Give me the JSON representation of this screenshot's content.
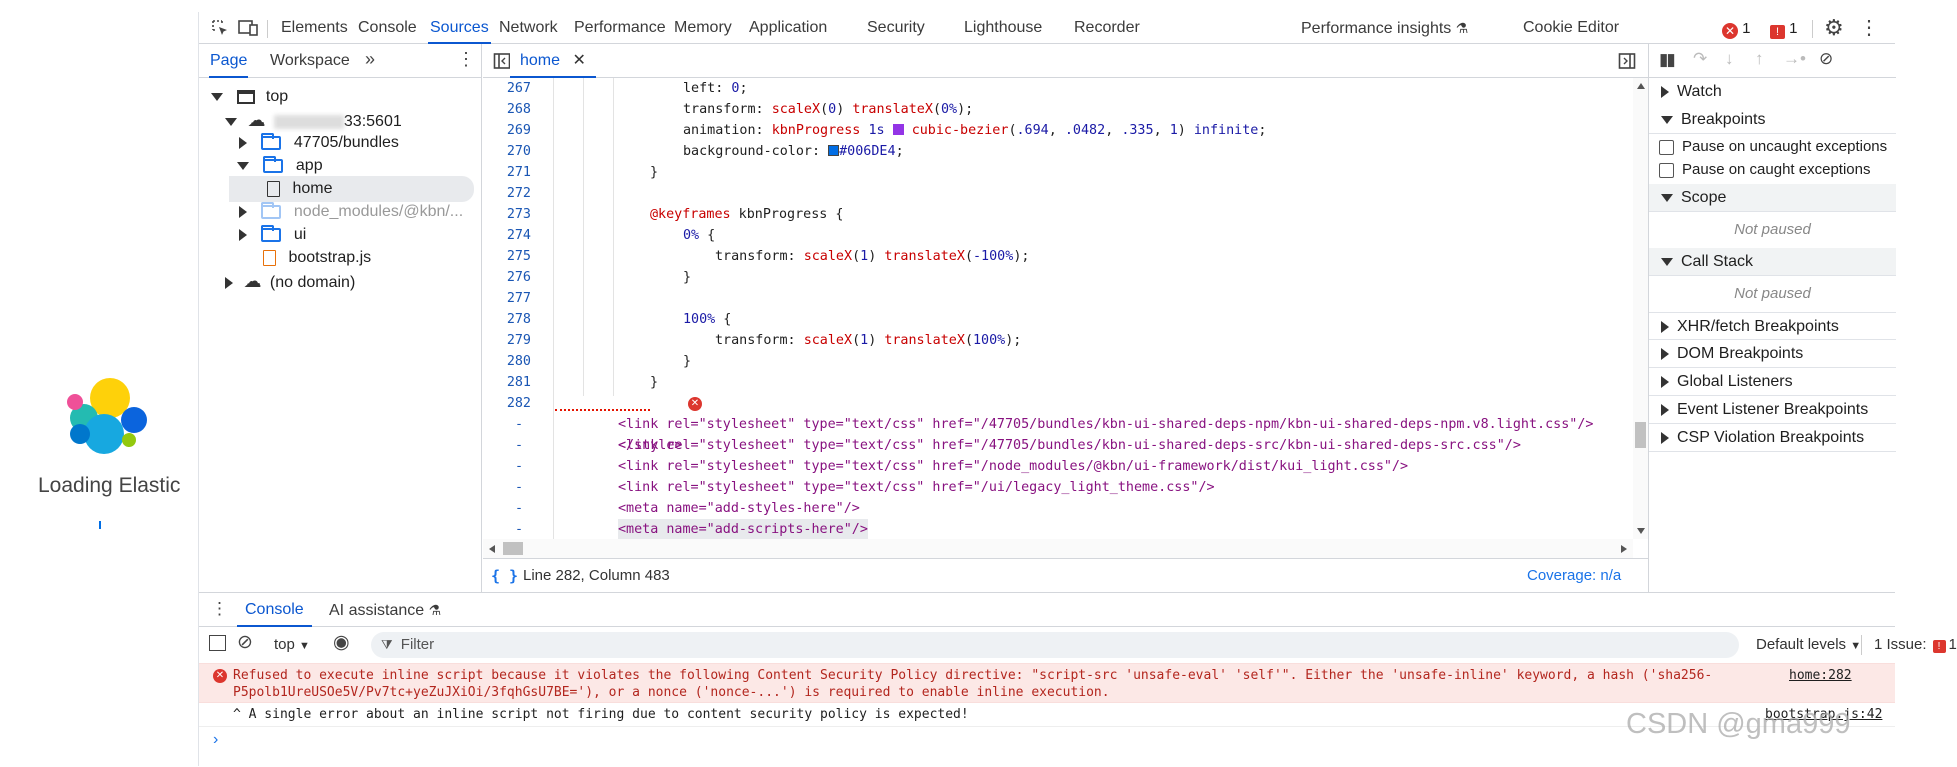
{
  "page": {
    "loading_text": "Loading Elastic"
  },
  "top_tabs": [
    "Elements",
    "Console",
    "Sources",
    "Network",
    "Performance",
    "Memory",
    "Application",
    "Security",
    "Lighthouse",
    "Recorder",
    "Performance insights",
    "Cookie Editor"
  ],
  "active_tab": "Sources",
  "top_counts": {
    "errors": "1",
    "issues": "1"
  },
  "navigator": {
    "tabs": [
      "Page",
      "Workspace"
    ],
    "tree": [
      {
        "label": "top"
      },
      {
        "label": "33:5601"
      },
      {
        "label": "47705/bundles"
      },
      {
        "label": "app"
      },
      {
        "label": "home"
      },
      {
        "label": "node_modules/@kbn/..."
      },
      {
        "label": "ui"
      },
      {
        "label": "bootstrap.js"
      },
      {
        "label": "(no domain)"
      }
    ]
  },
  "editor": {
    "file_tab": "home",
    "lines": [
      {
        "n": "267",
        "text": "left: 0;"
      },
      {
        "n": "268",
        "text": "transform: scaleX(0) translateX(0%);"
      },
      {
        "n": "269",
        "text": "animation: kbnProgress 1s cubic-bezier(.694, .0482, .335, 1) infinite;"
      },
      {
        "n": "270",
        "text": "background-color: #006DE4;"
      },
      {
        "n": "271",
        "text": "}"
      },
      {
        "n": "272",
        "text": ""
      },
      {
        "n": "273",
        "text": "@keyframes kbnProgress {"
      },
      {
        "n": "274",
        "text": "0% {"
      },
      {
        "n": "275",
        "text": "transform: scaleX(1) translateX(-100%);"
      },
      {
        "n": "276",
        "text": "}"
      },
      {
        "n": "277",
        "text": ""
      },
      {
        "n": "278",
        "text": "100% {"
      },
      {
        "n": "279",
        "text": "transform: scaleX(1) translateX(100%);"
      },
      {
        "n": "280",
        "text": "}"
      },
      {
        "n": "281",
        "text": "}"
      },
      {
        "n": "282",
        "text": "</style>"
      },
      {
        "n": "-",
        "text": "<link rel=\"stylesheet\" type=\"text/css\" href=\"/47705/bundles/kbn-ui-shared-deps-npm/kbn-ui-shared-deps-npm.v8.light.css\"/>"
      },
      {
        "n": "-",
        "text": "<link rel=\"stylesheet\" type=\"text/css\" href=\"/47705/bundles/kbn-ui-shared-deps-src/kbn-ui-shared-deps-src.css\"/>"
      },
      {
        "n": "-",
        "text": "<link rel=\"stylesheet\" type=\"text/css\" href=\"/node_modules/@kbn/ui-framework/dist/kui_light.css\"/>"
      },
      {
        "n": "-",
        "text": "<link rel=\"stylesheet\" type=\"text/css\" href=\"/ui/legacy_light_theme.css\"/>"
      },
      {
        "n": "-",
        "text": "<meta name=\"add-styles-here\"/>"
      },
      {
        "n": "-",
        "text": "<meta name=\"add-scripts-here\"/>"
      }
    ],
    "status": "Line 282, Column 483",
    "coverage": "Coverage: n/a",
    "swatch_color": "#006DE4"
  },
  "debugger": {
    "watch": "Watch",
    "breakpoints": "Breakpoints",
    "pause_uncaught": "Pause on uncaught exceptions",
    "pause_caught": "Pause on caught exceptions",
    "scope": "Scope",
    "not_paused": "Not paused",
    "call_stack": "Call Stack",
    "sections": [
      "XHR/fetch Breakpoints",
      "DOM Breakpoints",
      "Global Listeners",
      "Event Listener Breakpoints",
      "CSP Violation Breakpoints"
    ]
  },
  "console": {
    "tabs": [
      "Console",
      "AI assistance"
    ],
    "context": "top",
    "filter_placeholder": "Filter",
    "levels": "Default levels",
    "issues_label": "1 Issue:",
    "issues_count": "1",
    "error_line1": "Refused to execute inline script because it violates the following Content Security Policy directive: \"script-src 'unsafe-eval' 'self'\". Either the 'unsafe-inline' keyword, a hash ('sha256-",
    "error_line2": "P5polb1UreUSOe5V/Pv7tc+yeZuJXiOi/3fqhGsU7BE='), or a nonce ('nonce-...') is required to enable inline execution.",
    "error_source": "home:282",
    "info_line": "^ A single error about an inline script not firing due to content security policy is expected!",
    "info_source": "bootstrap.js:42"
  },
  "watermark": "CSDN @gma999"
}
